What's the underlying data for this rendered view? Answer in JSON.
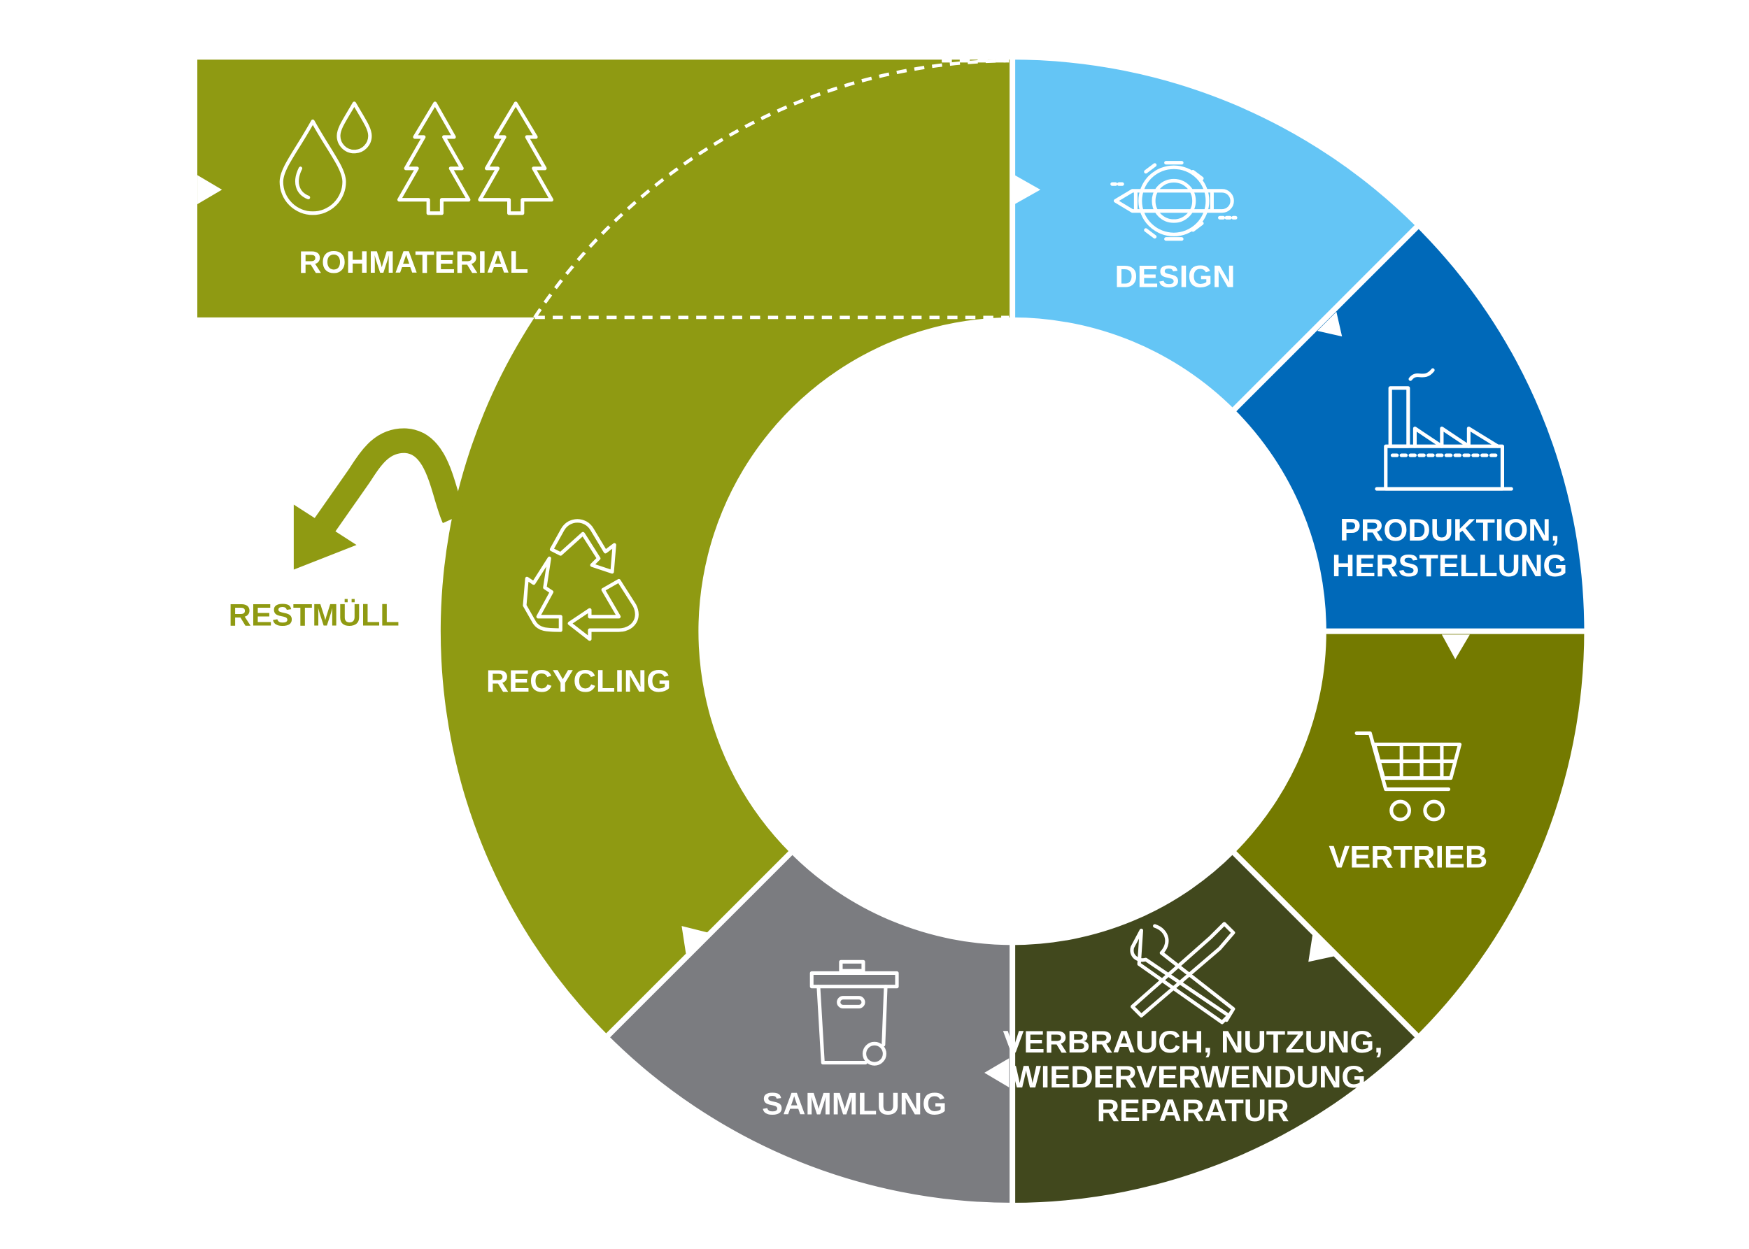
{
  "colors": {
    "rohmaterial": "#8f9a12",
    "design": "#64c5f5",
    "produktion": "#0069b9",
    "vertrieb": "#747a00",
    "verbrauch": "#41481d",
    "sammlung": "#7b7c80",
    "recycling": "#8f9a12"
  },
  "stages": {
    "rohmaterial": {
      "label": "ROHMATERIAL",
      "icon": "water-drops-and-trees-icon"
    },
    "design": {
      "label": "DESIGN",
      "icon": "gear-pencil-icon"
    },
    "produktion": {
      "line1": "PRODUKTION,",
      "line2": "HERSTELLUNG",
      "icon": "factory-icon"
    },
    "vertrieb": {
      "label": "VERTRIEB",
      "icon": "shopping-cart-icon"
    },
    "verbrauch": {
      "line1": "VERBRAUCH, NUTZUNG,",
      "line2": "WIEDERVERWENDUNG,",
      "line3": "REPARATUR",
      "icon": "wrench-screwdriver-icon"
    },
    "sammlung": {
      "label": "SAMMLUNG",
      "icon": "wheelie-bin-icon"
    },
    "recycling": {
      "label": "RECYCLING",
      "icon": "recycle-icon"
    }
  },
  "restmuell": {
    "label": "RESTMÜLL",
    "icon": "curved-arrow-icon"
  }
}
